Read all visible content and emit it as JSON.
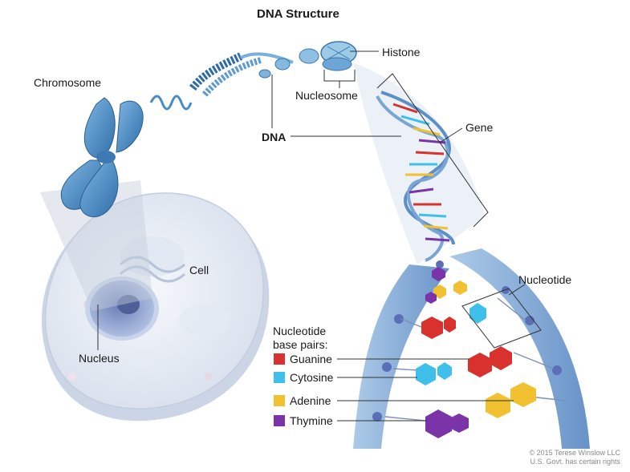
{
  "title": "DNA Structure",
  "labels": {
    "histone": "Histone",
    "chromosome": "Chromosome",
    "nucleosome": "Nucleosome",
    "gene": "Gene",
    "dna": "DNA",
    "cell": "Cell",
    "nucleotide": "Nucleotide",
    "nucleus": "Nucleus"
  },
  "legend": {
    "heading_line1": "Nucleotide",
    "heading_line2": "base pairs:",
    "items": [
      {
        "label": "Guanine",
        "color": "#d8312e"
      },
      {
        "label": "Cytosine",
        "color": "#3fc0ea"
      },
      {
        "label": "Adenine",
        "color": "#f2c132"
      },
      {
        "label": "Thymine",
        "color": "#7b34a8"
      }
    ]
  },
  "credit": {
    "line1": "© 2015 Terese Winslow LLC",
    "line2": "U.S. Govt. has certain rights"
  },
  "colors": {
    "backbone": "#3f6fb0",
    "strand_light": "#a9c8e6",
    "chromosome": "#4a8cc4",
    "cell": "#e9eef7",
    "nucleus": "#8aa3d0"
  }
}
